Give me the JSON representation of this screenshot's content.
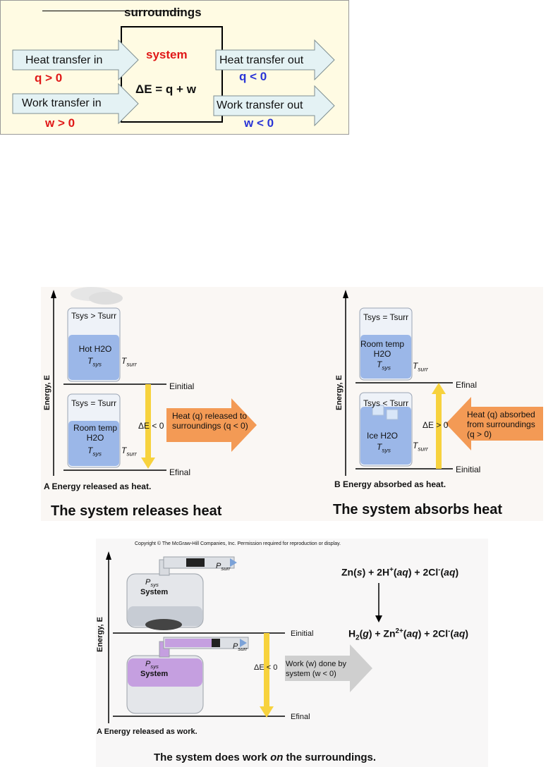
{
  "panel1": {
    "surroundings": "surroundings",
    "system": "system",
    "equation": "ΔE = q + w",
    "heat_in": "Heat transfer in",
    "heat_in_sign": "q > 0",
    "work_in": "Work transfer in",
    "work_in_sign": "w > 0",
    "heat_out": "Heat transfer out",
    "heat_out_sign": "q < 0",
    "work_out": "Work transfer out",
    "work_out_sign": "w < 0"
  },
  "panelA": {
    "axis": "Energy, E",
    "top_beaker_cond": "Tsys > Tsurr",
    "top_beaker_text": "Hot H2O",
    "bottom_beaker_cond": "Tsys = Tsurr",
    "bottom_beaker_text": "Room temp H2O",
    "e_initial": "Einitial",
    "e_final": "Efinal",
    "delta": "ΔE < 0",
    "arrow_text": "Heat (q) released to surroundings (q < 0)",
    "caption": "A  Energy released as heat.",
    "title": "The system releases heat"
  },
  "panelB": {
    "axis": "Energy, E",
    "top_beaker_cond": "Tsys = Tsurr",
    "top_beaker_text": "Room temp H2O",
    "bottom_beaker_cond": "Tsys < Tsurr",
    "bottom_beaker_text": "Ice H2O",
    "e_final": "Efinal",
    "e_initial": "Einitial",
    "delta": "ΔE > 0",
    "arrow_text": "Heat (q) absorbed from surroundings (q > 0)",
    "caption": "B  Energy absorbed as heat.",
    "title": "The system absorbs heat"
  },
  "panelC": {
    "copyright": "Copyright © The McGraw-Hill Companies, Inc. Permission required for reproduction or display.",
    "axis": "Energy, E",
    "p_surr": "Psurr",
    "p_sys": "Psys",
    "system": "System",
    "e_initial": "Einitial",
    "e_final": "Efinal",
    "delta": "ΔE < 0",
    "arrow_text": "Work (w) done by system (w < 0)",
    "reactants": "Zn(s) + 2H+(aq) + 2Cl-(aq)",
    "products": "H2(g) + Zn2+(aq) + 2Cl-(aq)",
    "caption": "A  Energy released as work.",
    "title": "The system does work on the surroundings."
  },
  "colors": {
    "red": "#e01818",
    "blue": "#2a35d6",
    "heat_arrow": "#f39a55",
    "energy_arrow": "#f7d23d",
    "work_arrow": "#cfcfcf",
    "water": "#9bb7e8",
    "panel_bg": "#fffbe3"
  }
}
